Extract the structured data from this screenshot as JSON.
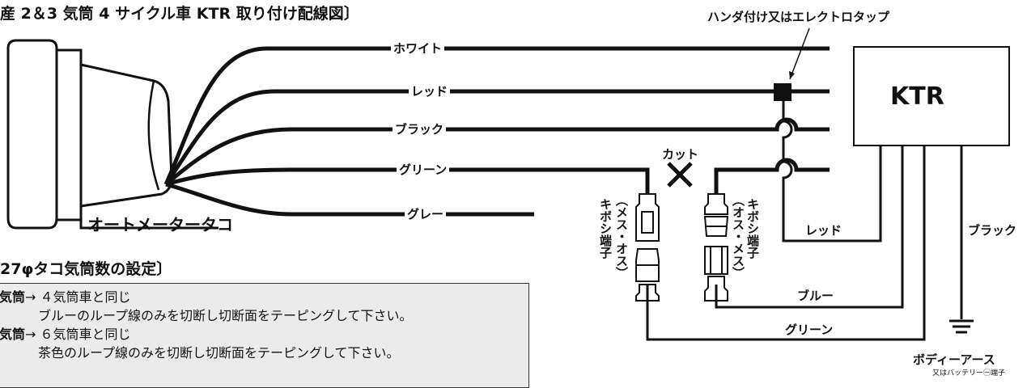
{
  "title": "産 2＆3 気筒 4 サイクル車 KTR 取り付け配線図〕",
  "device_label": "オートメータータコ",
  "wires": [
    {
      "label": "ホワイト"
    },
    {
      "label": "レッド"
    },
    {
      "label": "ブラック"
    },
    {
      "label": "グリーン"
    },
    {
      "label": "グレー"
    }
  ],
  "solder_note": "ハンダ付け又はエレクトロタップ",
  "ktr_label": "KTR",
  "cut_label": "カット",
  "terminal_left": {
    "name": "キボシ端子",
    "type": "（メス・オス）"
  },
  "terminal_right": {
    "name": "キボシ端子",
    "type": "（オス・メス）"
  },
  "loop_labels": {
    "red": "レッド",
    "blue": "ブルー",
    "green": "グリーン",
    "black": "ブラック"
  },
  "ground": {
    "label": "ボディーアース",
    "sublabel": "又はバッテリー㊀端子"
  },
  "settings": {
    "title": "27φタコ気筒数の設定〕",
    "rows": [
      {
        "label": "気筒",
        "arrow": "→",
        "text": "４気筒車と同じ"
      },
      {
        "text": "ブルーのループ線のみを切断し切断面をテーピングして下さい。"
      },
      {
        "label": "気筒",
        "arrow": "→",
        "text": "６気筒車と同じ"
      },
      {
        "text": "茶色のループ線のみを切断し切断面をテーピングして下さい。"
      }
    ]
  },
  "colors": {
    "line": "#111111",
    "box_bg": "#ebebeb"
  }
}
